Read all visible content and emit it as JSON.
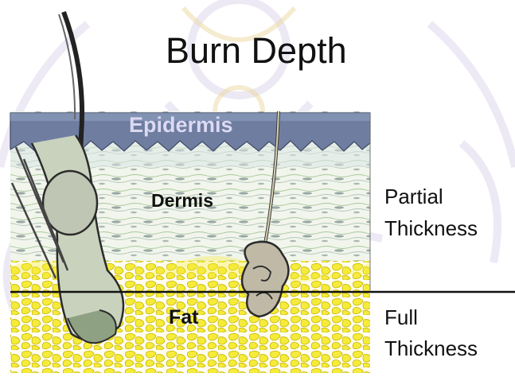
{
  "title": "Burn Depth",
  "layers": {
    "epidermis": "Epidermis",
    "dermis": "Dermis",
    "fat": "Fat"
  },
  "depth_labels": {
    "partial": [
      "Partial",
      "Thickness"
    ],
    "full": [
      "Full",
      "Thickness"
    ]
  },
  "colors": {
    "epidermis": "#6f7ea0",
    "dermis": "#eef4ea",
    "fat": "#f5ec3a",
    "watermark": "#d8cfe8"
  }
}
